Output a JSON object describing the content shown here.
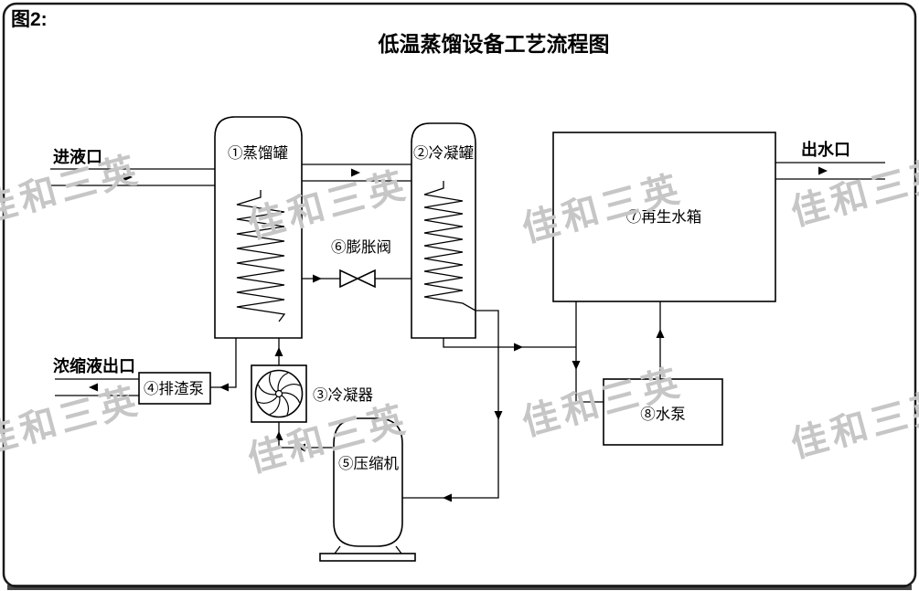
{
  "figure": {
    "label": "图2:",
    "title": "低温蒸馏设备工艺流程图"
  },
  "ports": {
    "inlet": "进液口",
    "outlet": "出水口",
    "concentrate": "浓缩液出口"
  },
  "components": {
    "distillation_tank": "①蒸馏罐",
    "condensation_tank": "②冷凝罐",
    "condenser": "③冷凝器",
    "slag_pump": "④排渣泵",
    "compressor": "⑤压缩机",
    "expansion_valve": "⑥膨胀阀",
    "regen_water_tank": "⑦再生水箱",
    "water_pump": "⑧水泵"
  },
  "watermark": {
    "text": "佳和三英",
    "color": "#c6c6c6"
  },
  "colors": {
    "line": "#000000",
    "background": "#ffffff",
    "border": "#1a1a1a"
  }
}
